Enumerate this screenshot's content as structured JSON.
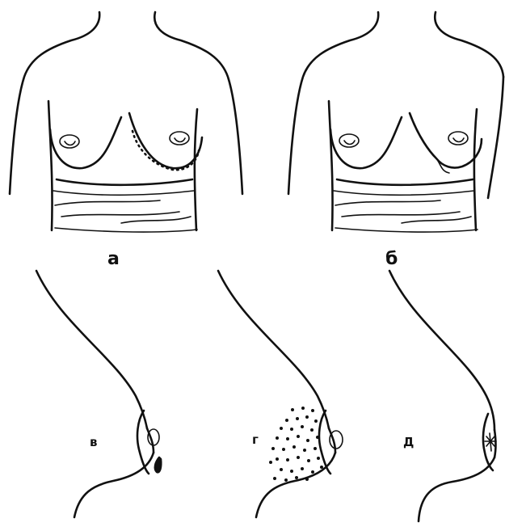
{
  "labels": {
    "a": "а",
    "b": "б",
    "v": "в",
    "g": "г",
    "d": "Д"
  }
}
